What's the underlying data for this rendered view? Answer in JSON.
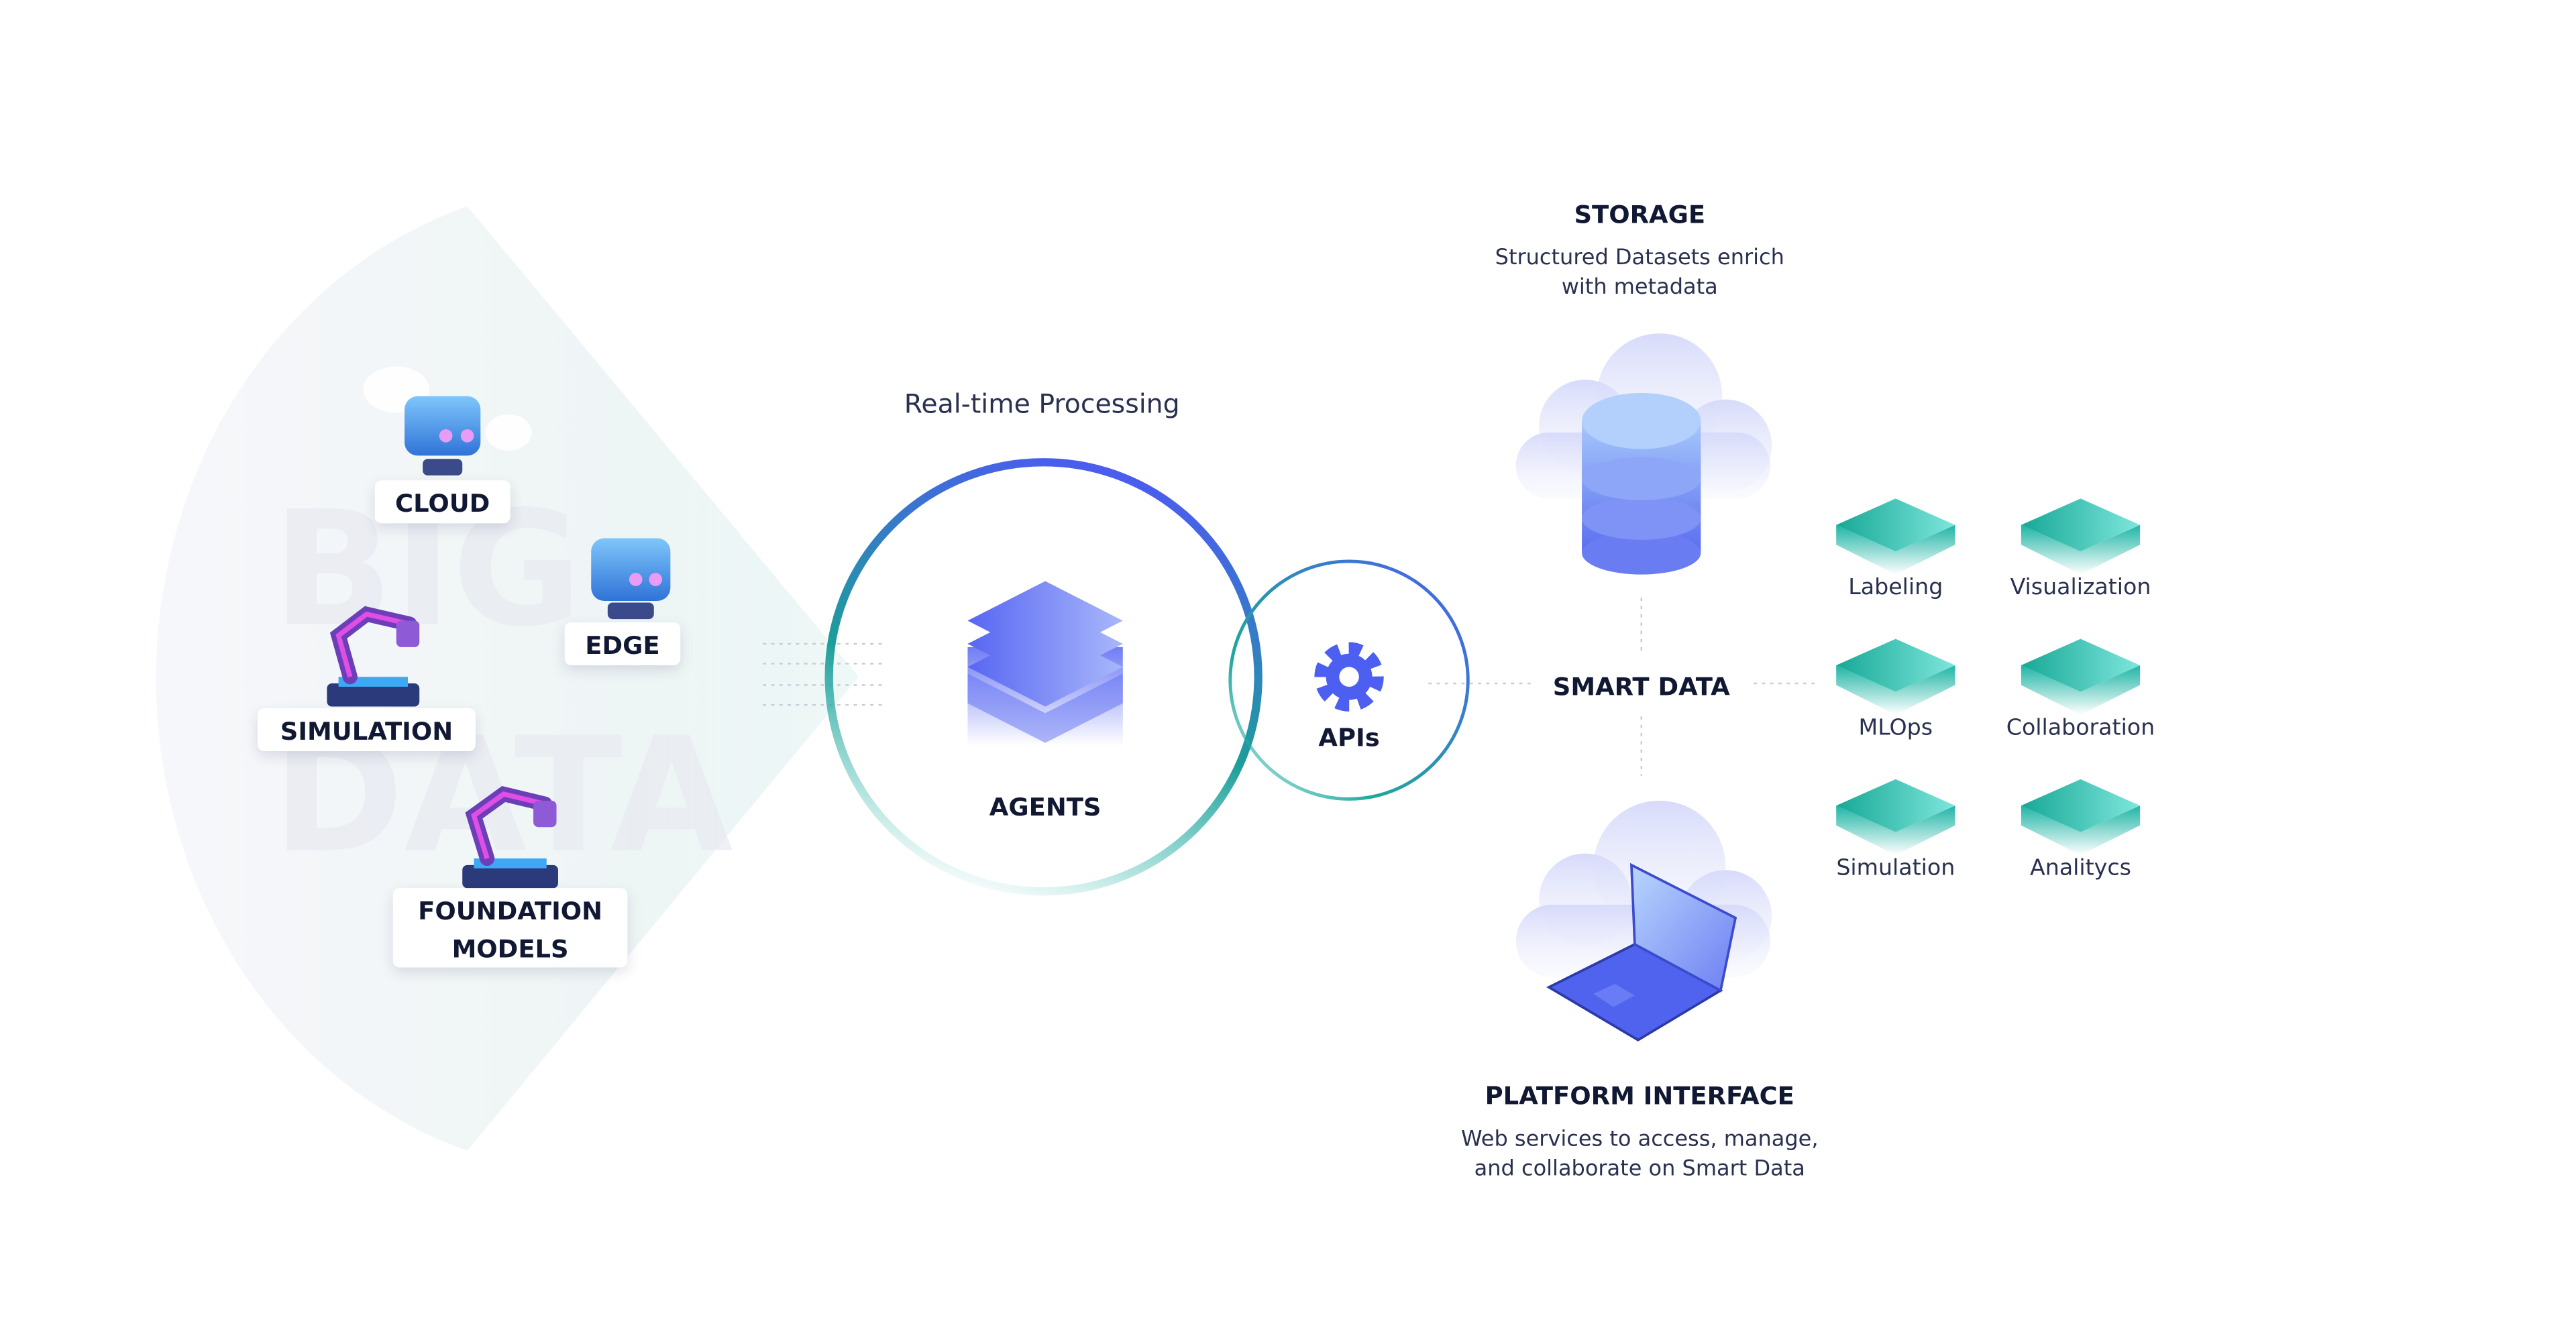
{
  "background_text": [
    "BIG",
    "DATA"
  ],
  "sources": [
    {
      "label": "CLOUD",
      "icon": "robot-icon"
    },
    {
      "label": "EDGE",
      "icon": "robot-icon"
    },
    {
      "label": "SIMULATION",
      "icon": "robot-arm-icon"
    },
    {
      "label_lines": [
        "FOUNDATION",
        "MODELS"
      ],
      "icon": "robot-arm-icon"
    }
  ],
  "processing": {
    "caption": "Real-time Processing",
    "label": "AGENTS"
  },
  "apis": {
    "label": "APIs"
  },
  "smart_data": {
    "label": "SMART DATA"
  },
  "storage": {
    "title": "STORAGE",
    "description_lines": [
      "Structured Datasets enrich",
      "with metadata"
    ]
  },
  "platform": {
    "title": "PLATFORM INTERFACE",
    "description_lines": [
      "Web services to access, manage,",
      "and collaborate on Smart Data"
    ]
  },
  "services": [
    "Labeling",
    "Visualization",
    "MLOps",
    "Collaboration",
    "Simulation",
    "Analitycs"
  ],
  "colors": {
    "accent_blue": "#4c5ff0",
    "teal": "#1fb5a5",
    "text_dark": "#111833"
  }
}
